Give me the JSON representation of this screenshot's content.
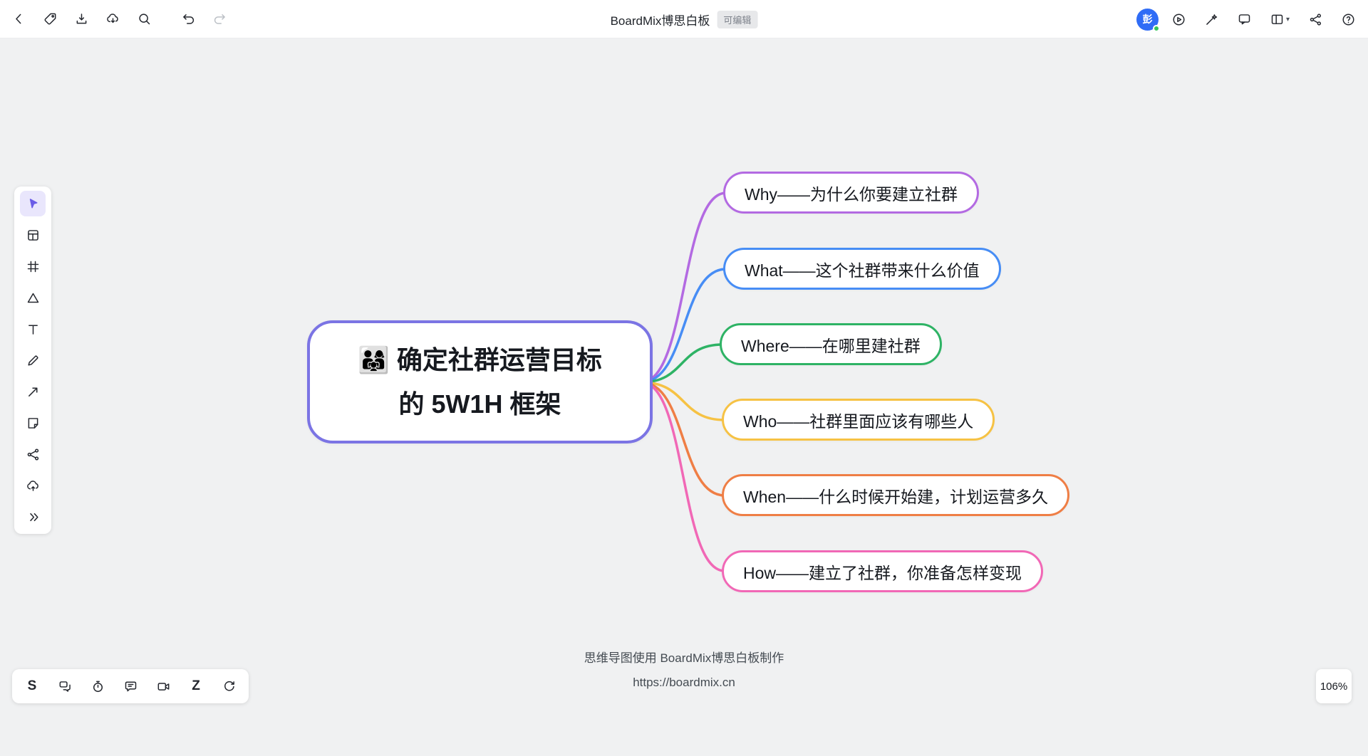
{
  "topbar": {
    "title": "BoardMix博思白板",
    "badge": "可编辑",
    "avatar_text": "彭",
    "left_icons": [
      "back-icon",
      "tag-icon",
      "save-download-icon",
      "cloud-download-icon",
      "search-icon",
      "undo-icon",
      "redo-icon"
    ],
    "right_icons": [
      "play-circle-icon",
      "magic-wand-icon",
      "chat-bubble-icon",
      "layout-panels-icon",
      "share-nodes-icon",
      "help-icon"
    ]
  },
  "sidebar": {
    "active_tool": "select",
    "tools": [
      "select-cursor-icon",
      "template-icon",
      "frame-icon",
      "shape-triangle-icon",
      "text-icon",
      "pen-icon",
      "arrow-line-icon",
      "sticky-note-icon",
      "connector-share-icon",
      "cloud-upload-icon",
      "more-chevrons-icon"
    ]
  },
  "mindmap": {
    "center": {
      "line1": "👨‍👩‍👧 确定社群运营目标",
      "line2": "的 5W1H 框架",
      "border_color": "#7b74e4"
    },
    "branches": [
      {
        "label": "Why——为什么你要建立社群",
        "color": "#b36ae2"
      },
      {
        "label": "What——这个社群带来什么价值",
        "color": "#478df5"
      },
      {
        "label": "Where——在哪里建社群",
        "color": "#2eb365"
      },
      {
        "label": "Who——社群里面应该有哪些人",
        "color": "#f6c244"
      },
      {
        "label": "When——什么时候开始建，计划运营多久",
        "color": "#ef7e45"
      },
      {
        "label": "How——建立了社群，你准备怎样变现",
        "color": "#f168b6"
      }
    ],
    "caption": {
      "line1": "思维导图使用 BoardMix博思白板制作",
      "line2": "https://boardmix.cn"
    }
  },
  "bottom_toolbar": {
    "letter_s": "S",
    "letter_z": "Z",
    "tools": [
      "s-letter-icon",
      "chat-bubbles-icon",
      "stopwatch-icon",
      "comment-icon",
      "video-camera-icon",
      "z-letter-icon",
      "sync-refresh-icon"
    ]
  },
  "statusbar": {
    "zoom": "106%"
  }
}
